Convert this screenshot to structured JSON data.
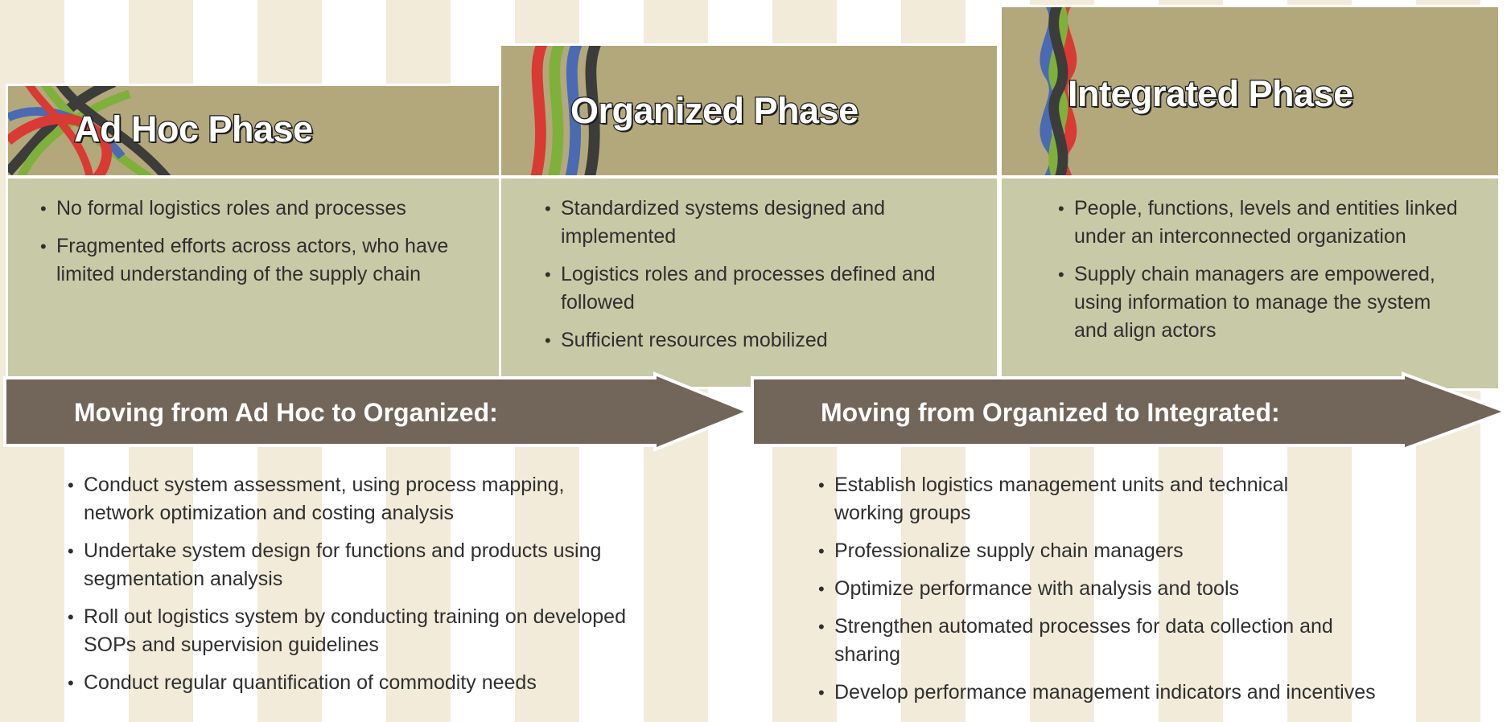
{
  "phases": [
    {
      "title": "Ad Hoc Phase",
      "bullets": [
        "No formal logistics roles and processes",
        "Fragmented efforts across actors, who have limited understanding of the supply chain"
      ]
    },
    {
      "title": "Organized Phase",
      "bullets": [
        "Standardized systems designed and implemented",
        "Logistics roles and processes defined and followed",
        "Sufficient resources mobilized"
      ]
    },
    {
      "title": "Integrated Phase",
      "bullets": [
        "People, functions, levels and entities linked under an interconnected organization",
        "Supply chain managers are empowered, using information to manage the system and align actors"
      ]
    }
  ],
  "transitions": [
    {
      "label": "Moving from Ad Hoc to Organized:",
      "actions": [
        "Conduct system assessment, using process mapping, network optimization and costing analysis",
        "Undertake system design for functions and products using segmentation analysis",
        "Roll out logistics system by conducting training on developed  SOPs and supervision guidelines",
        "Conduct regular quantification of commodity needs"
      ]
    },
    {
      "label": "Moving from Organized to Integrated:",
      "actions": [
        "Establish logistics management units and technical working groups",
        "Professionalize supply chain managers",
        "Optimize performance with analysis and tools",
        "Strengthen automated processes for data collection and sharing",
        "Develop performance management indicators and incentives"
      ]
    }
  ],
  "colors": {
    "header_bg": "#b2a87c",
    "panel_bg": "#c8c9a6",
    "arrow": "#72655a",
    "strand_red": "#d93a33",
    "strand_green": "#7fb03c",
    "strand_blue": "#4a6ab3",
    "strand_dark": "#3c3c3a"
  }
}
